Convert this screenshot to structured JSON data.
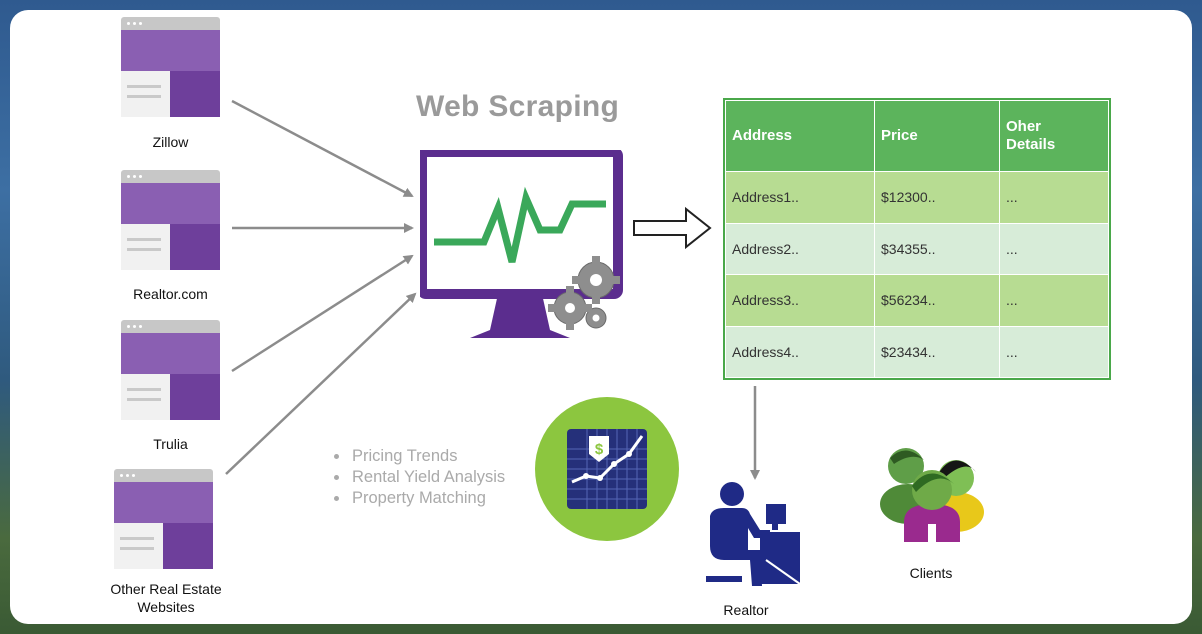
{
  "diagram": {
    "title": "Web Scraping",
    "sources": [
      {
        "label": "Zillow"
      },
      {
        "label": "Realtor.com"
      },
      {
        "label": "Trulia"
      },
      {
        "label_line1": "Other Real Estate",
        "label_line2": "Websites"
      }
    ],
    "table": {
      "headers": [
        "Address",
        "Price",
        "Oher",
        "Details"
      ],
      "rows": [
        [
          "Address1..",
          "$12300..",
          "..."
        ],
        [
          "Address2..",
          "$34355..",
          "..."
        ],
        [
          "Address3..",
          "$56234..",
          "..."
        ],
        [
          "Address4..",
          "$23434..",
          "..."
        ]
      ]
    },
    "insights": [
      "Pricing Trends",
      "Rental Yield Analysis",
      "Property Matching"
    ],
    "realtor_label": "Realtor",
    "clients_label": "Clients",
    "insight_icon_glyph": "$"
  },
  "colors": {
    "window_purple": "#8a5fb2",
    "window_purple_dark": "#6e3f9b",
    "monitor_purple": "#5b2d8e",
    "signal_green": "#3aa85a",
    "table_header_green": "#5cb45c",
    "badge_green": "#8cc63f",
    "badge_navy": "#25307a",
    "realtor_navy": "#1f2a86",
    "arrow_gray": "#8c8c8c",
    "title_gray": "#9a9a9a"
  }
}
